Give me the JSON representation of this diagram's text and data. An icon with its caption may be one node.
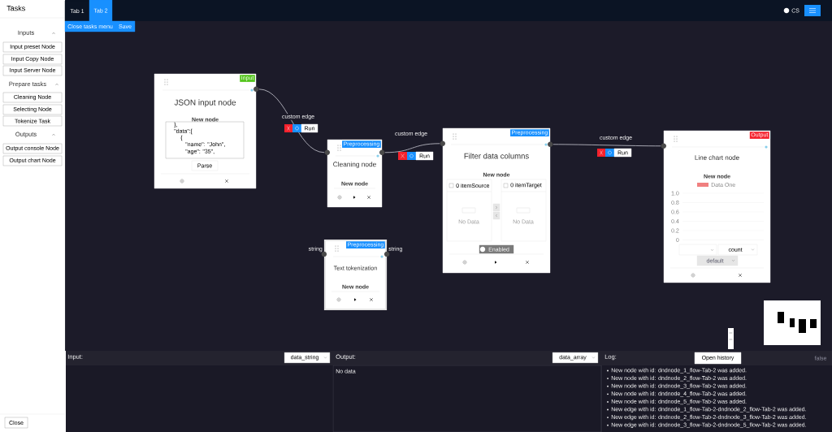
{
  "diagram": {
    "nodes": [
      {
        "text": [
          "Input",
          "JSON input node",
          "New node"
        ]
      },
      {
        "text": [
          "Preprocessing",
          "Cleaning node",
          "New node"
        ]
      },
      {
        "text": [
          "Preprocessing",
          "Filter data columns",
          "New node"
        ]
      },
      {
        "text": [
          "Output",
          "Line chart node",
          "New node"
        ]
      },
      {
        "text": [
          "Preprocessing",
          "Text tokenization",
          "New node"
        ],
        "beside": [
          "string",
          "string"
        ]
      }
    ],
    "edges": [
      {
        "from": 0,
        "to": 1,
        "arrow": "none",
        "label": "custom edge"
      },
      {
        "from": 1,
        "to": 2,
        "arrow": "none",
        "label": "custom edge"
      },
      {
        "from": 2,
        "to": 3,
        "arrow": "none",
        "label": "custom edge"
      }
    ],
    "labels": [
      "Tasks",
      "Inputs",
      "Input preset Node",
      "Input Copy Node",
      "Input Server Node",
      "Prepare tasks",
      "Cleaning Node",
      "Selecting Node",
      "Tokenize Task",
      "Outputs",
      "Output console Node",
      "Output chart Node",
      "Close",
      "Tab 1",
      "Tab 2",
      "Close tasks menu",
      "Save",
      "CS",
      "},",
      "\"data\":[",
      "{",
      "\"name\": \"John\",",
      "\"age\": \"35\",",
      "Parse",
      "Run",
      "Run",
      "Run",
      "0 itemSource",
      "0 itemTarget",
      "No Data",
      "No Data",
      "Enabled",
      "1.0",
      "0.8",
      "0.6",
      "0.4",
      "0.2",
      "0",
      "count",
      "default",
      "Input:",
      "data_string",
      "Output:",
      "No data",
      "data_array",
      "Log:",
      "Open history",
      "false",
      "New node with id: dndnode_1_flow-Tab-2 was added.",
      "New node with id: dndnode_2_flow-Tab-2 was added.",
      "New node with id: dndnode_3_flow-Tab-2 was added.",
      "New node with id: dndnode_4_flow-Tab-2 was added.",
      "New node with id: dndnode_5_flow-Tab-2 was added.",
      "New edge with id: dndnode_1_flow-Tab-2-dndnode_2_flow-Tab-2 was added.",
      "New edge with id: dndnode_2_flow-Tab-2-dndnode_3_flow-Tab-2 was added.",
      "New edge with id: dndnode_3_flow-Tab-2-dndnode_5_flow-Tab-2 was added."
    ],
    "legend": [
      {
        "text": "Data One",
        "color": "#f08080"
      }
    ]
  }
}
